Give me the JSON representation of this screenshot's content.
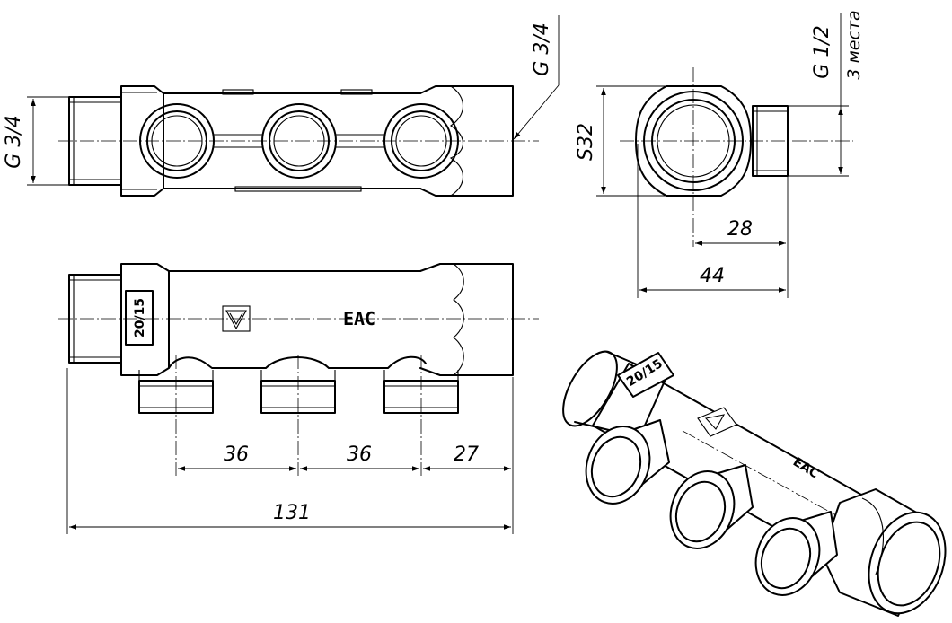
{
  "top_view": {
    "left_thread_label": "G 3/4",
    "right_thread_label": "G 3/4"
  },
  "end_view": {
    "hex_label": "S32",
    "branch_thread_label": "G 1/2",
    "branch_count_label": "3 места",
    "dim_28": "28",
    "dim_44": "44"
  },
  "front_view": {
    "size_marking": "20/15",
    "cert_marking": "EAC",
    "dim_pitch_1": "36",
    "dim_pitch_2": "36",
    "dim_end": "27",
    "dim_total": "131"
  },
  "isometric_view": {
    "size_marking": "20/15",
    "cert_marking": "EAC"
  },
  "icons": [
    "manufacturer-logo-icon"
  ]
}
